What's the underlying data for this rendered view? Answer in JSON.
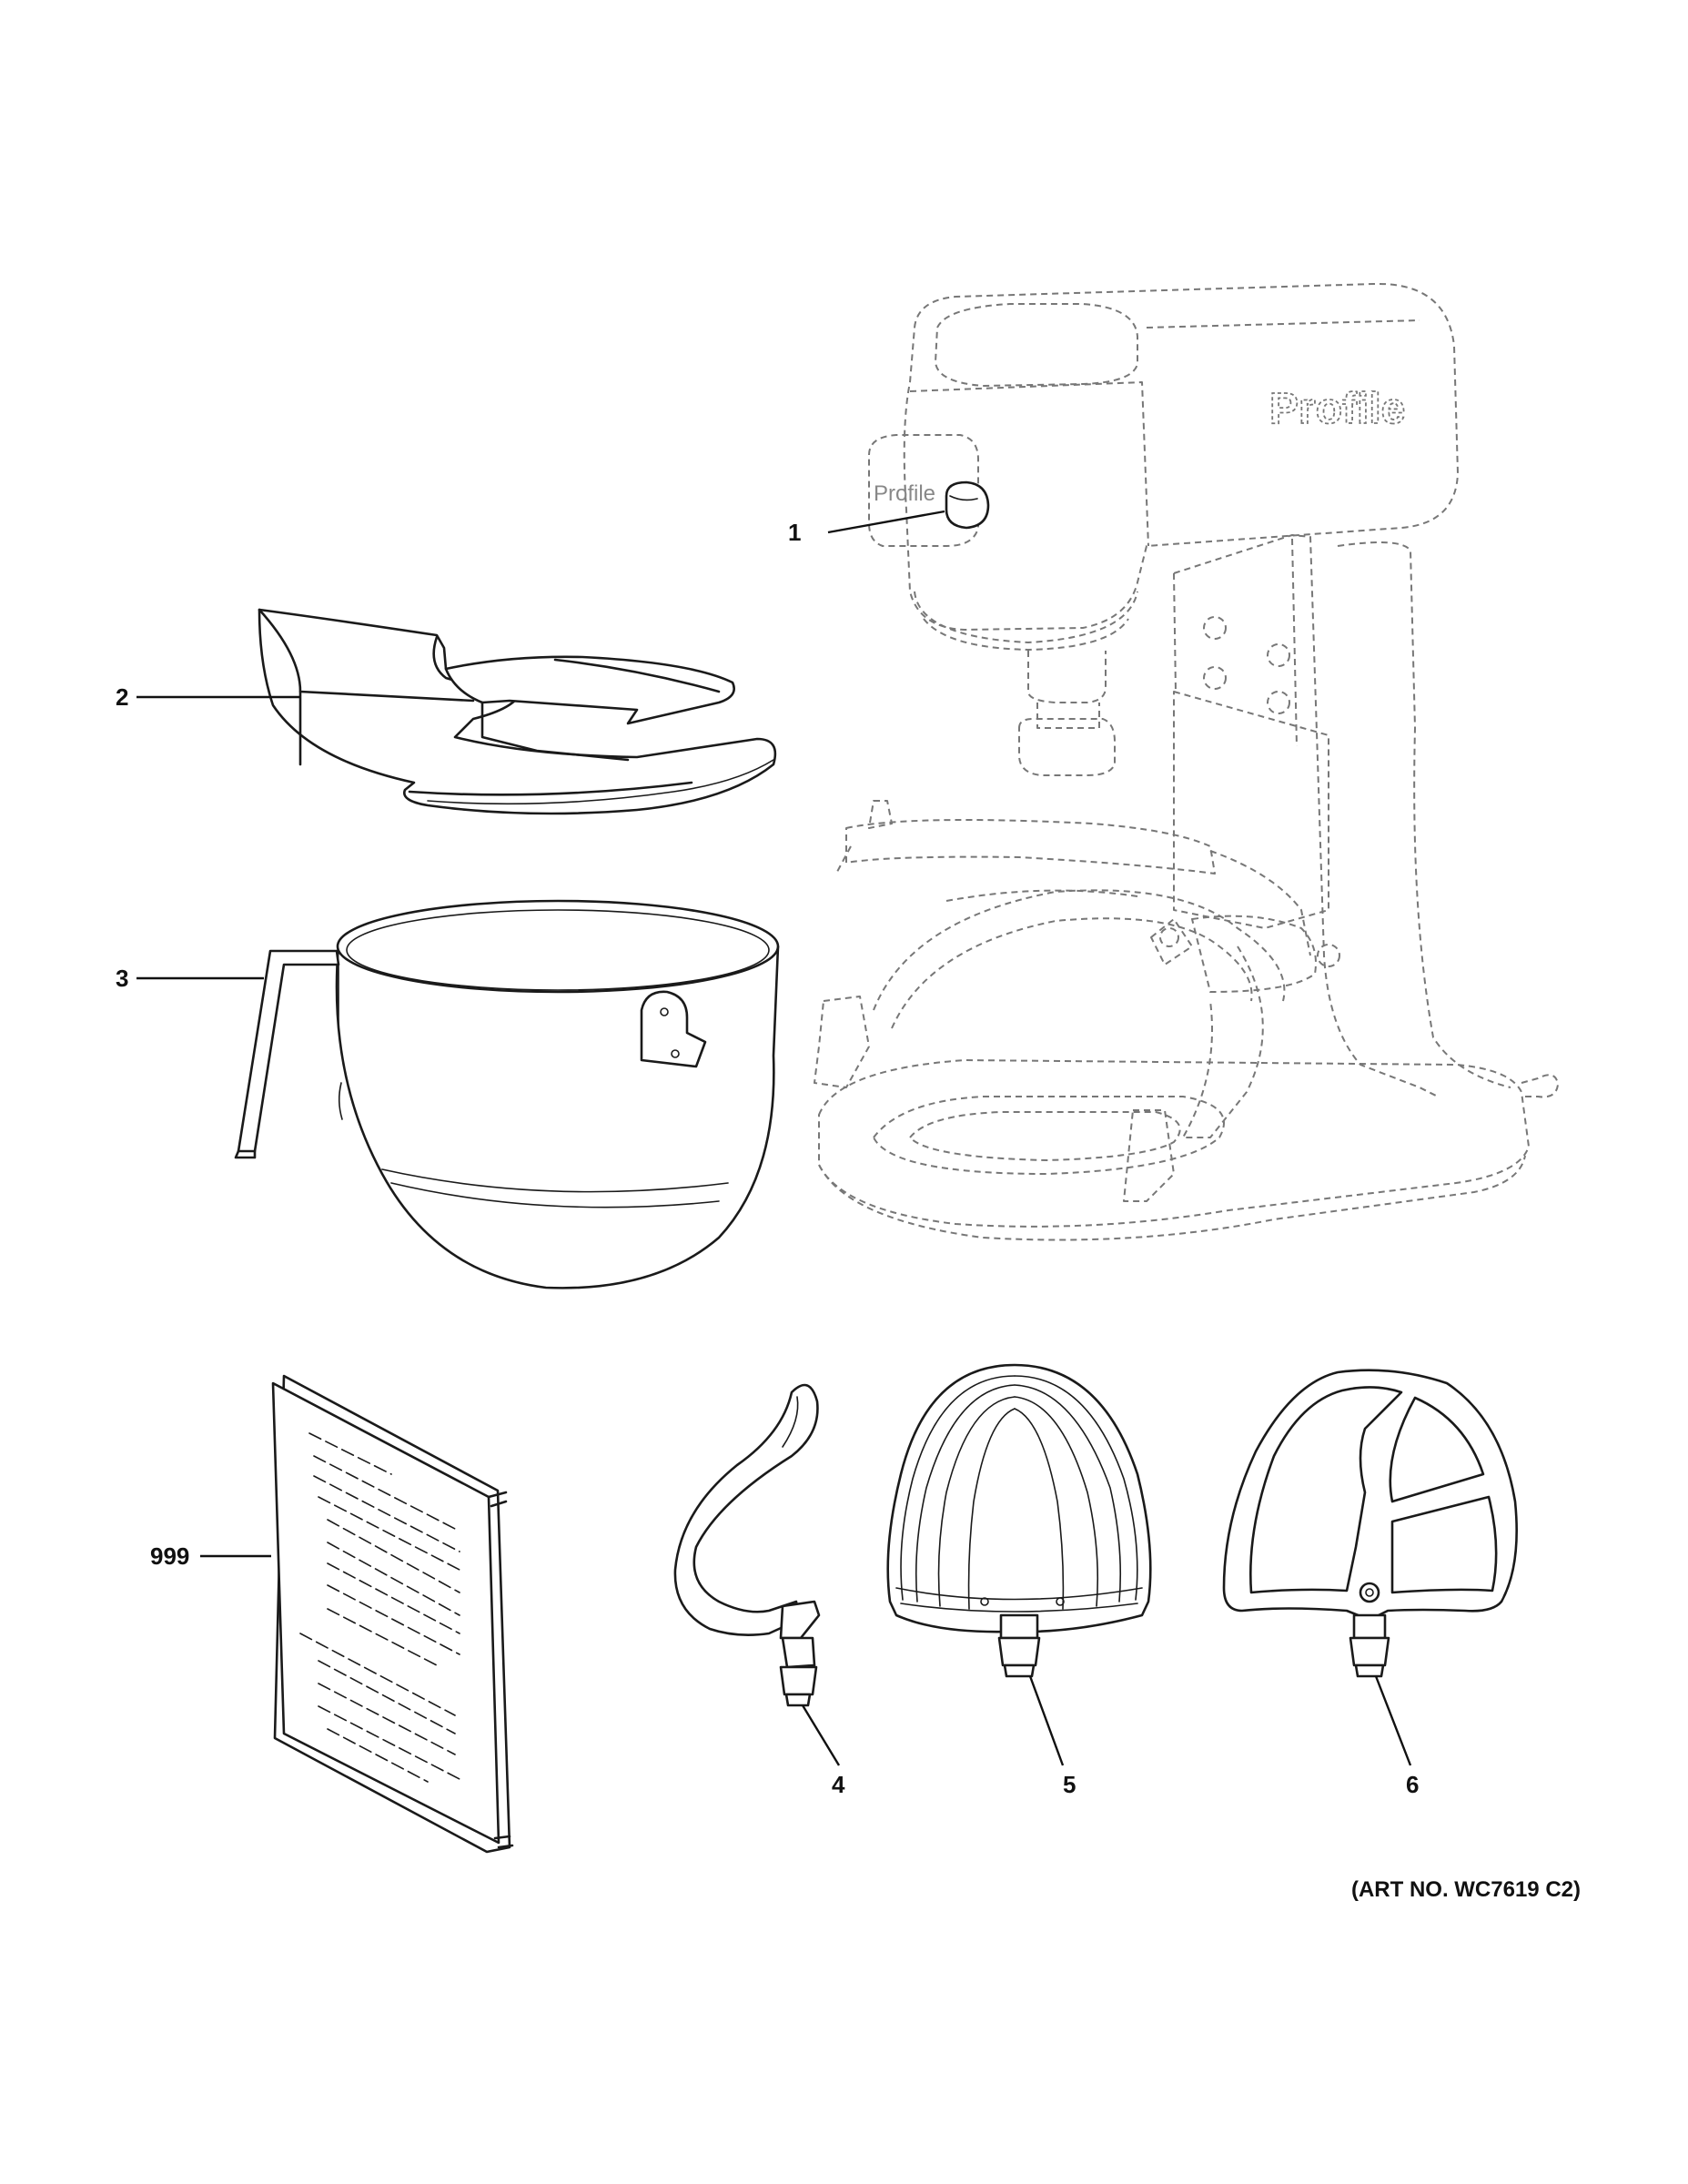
{
  "callouts": {
    "c1": "1",
    "c2": "2",
    "c3": "3",
    "c4": "4",
    "c5": "5",
    "c6": "6",
    "c999": "999"
  },
  "mixer_logo": "Profile",
  "knob_logo": "Profile",
  "art_number": "(ART NO. WC7619 C2)"
}
